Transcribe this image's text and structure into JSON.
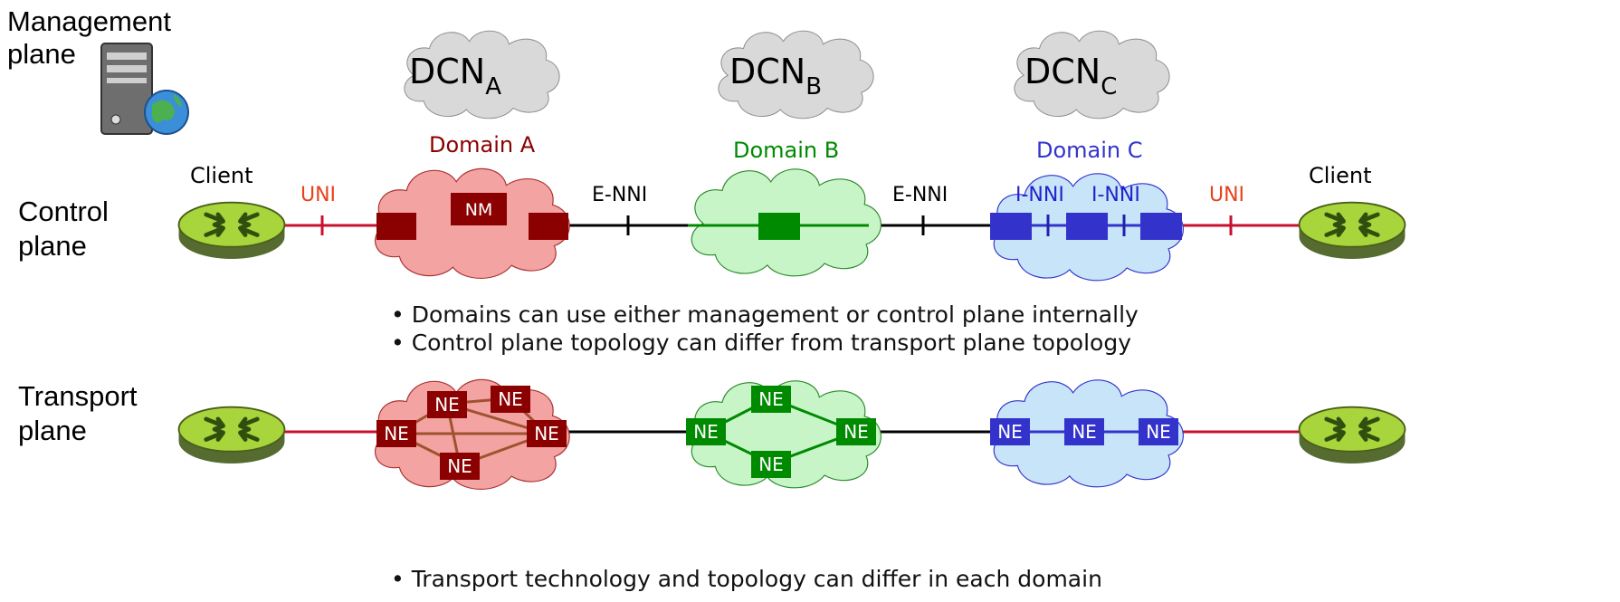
{
  "planes": {
    "management": [
      "Management",
      "plane"
    ],
    "control": [
      "Control",
      "plane"
    ],
    "transport": [
      "Transport",
      "plane"
    ]
  },
  "dcn": [
    {
      "main": "DCN",
      "sub": "A"
    },
    {
      "main": "DCN",
      "sub": "B"
    },
    {
      "main": "DCN",
      "sub": "C"
    }
  ],
  "domains": {
    "a": {
      "label": "Domain A",
      "nm": "NM",
      "color": "#8b0000",
      "fill": "#f4a3a3"
    },
    "b": {
      "label": "Domain B",
      "color": "#008a00",
      "fill": "#c8f5c8"
    },
    "c": {
      "label": "Domain C",
      "color": "#3333cc",
      "fill": "#c8e4f8"
    }
  },
  "interfaces": {
    "client_left": "Client",
    "client_right": "Client",
    "uni_left": "UNI",
    "uni_right": "UNI",
    "enni_1": "E-NNI",
    "enni_2": "E-NNI",
    "inni_1": "I-NNI",
    "inni_2": "I-NNI"
  },
  "ne_label": "NE",
  "bullets_control": [
    "• Domains can use either management or control plane internally",
    "• Control plane topology can differ from transport plane topology"
  ],
  "bullets_transport": [
    "• Transport technology and topology can differ in each domain"
  ],
  "colors": {
    "link": "#c8102e",
    "router": "#9acd32",
    "cloud_gray": "#d9d9d9"
  }
}
